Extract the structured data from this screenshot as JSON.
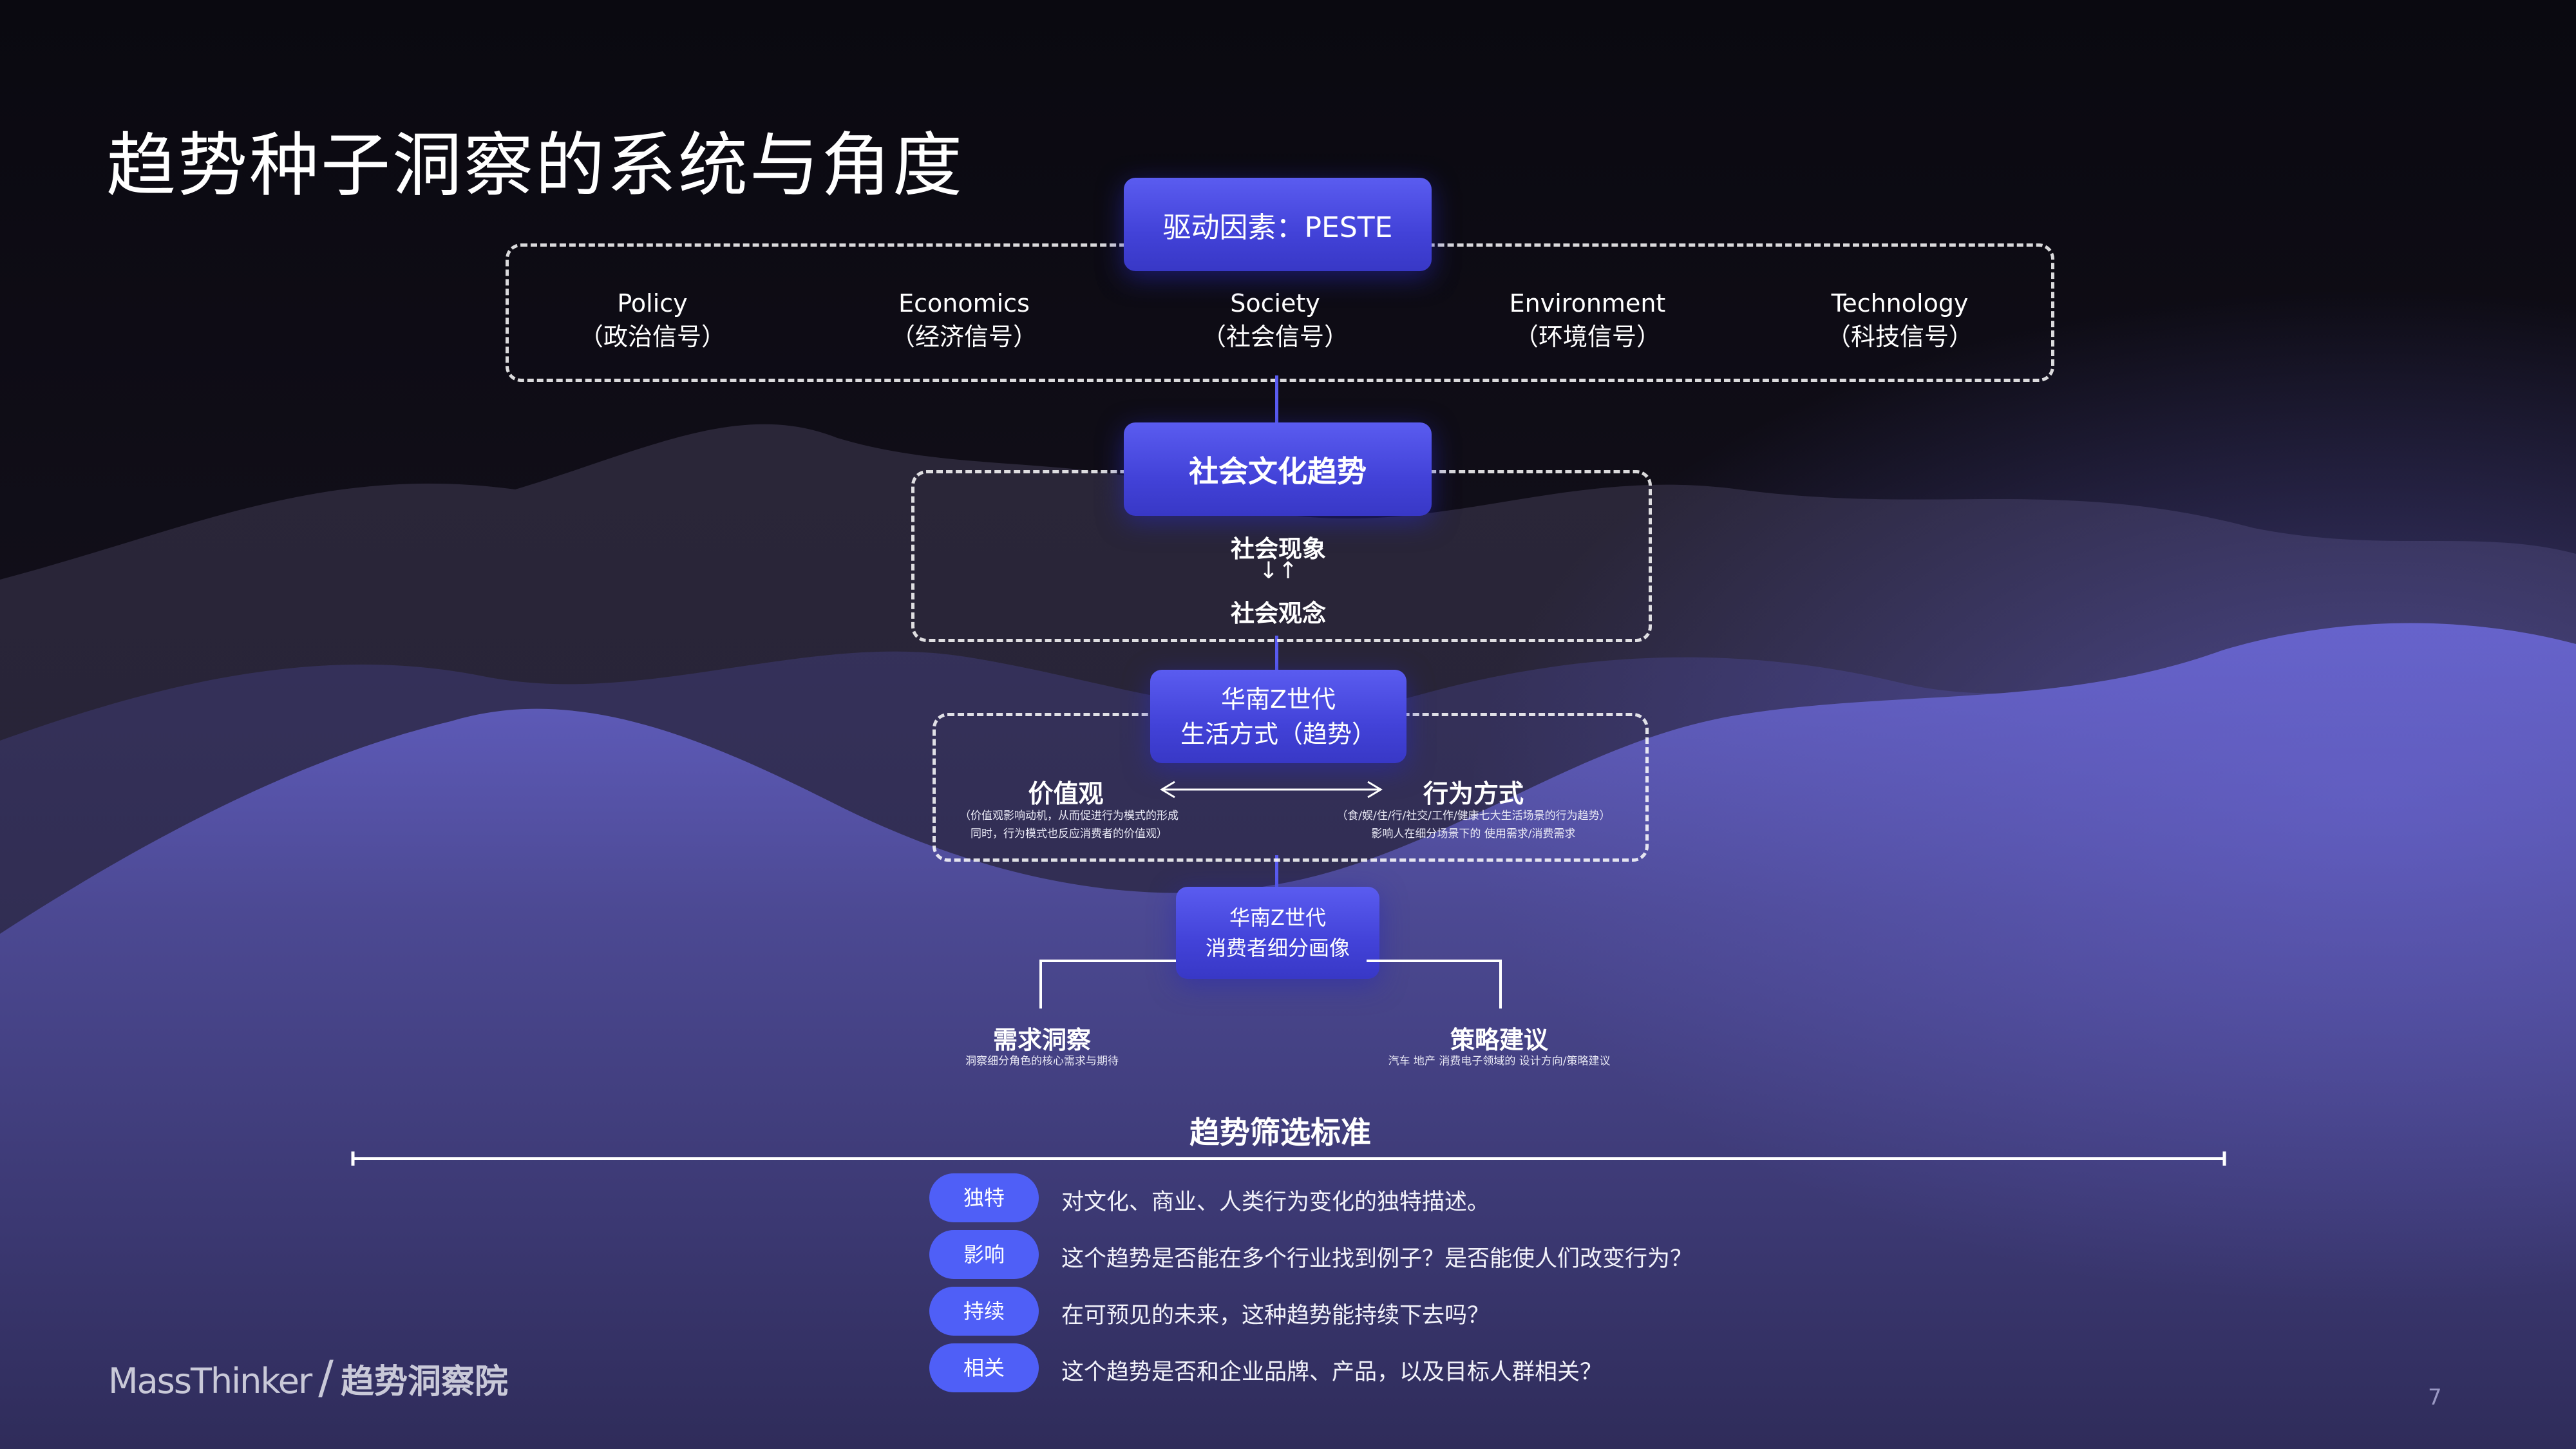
{
  "title": "趋势种子洞察的系统与角度",
  "peste": {
    "header": "驱动因素：PESTE",
    "items": [
      {
        "en": "Policy",
        "zh": "（政治信号）"
      },
      {
        "en": "Economics",
        "zh": "（经济信号）"
      },
      {
        "en": "Society",
        "zh": "（社会信号）"
      },
      {
        "en": "Environment",
        "zh": "（环境信号）"
      },
      {
        "en": "Technology",
        "zh": "（科技信号）"
      }
    ]
  },
  "social_trend": {
    "header": "社会文化趋势",
    "phenomenon": "社会现象",
    "arrows": "↓↑",
    "concept": "社会观念"
  },
  "lifestyle": {
    "header_line1": "华南Z世代",
    "header_line2": "生活方式（趋势）",
    "values_title": "价值观",
    "values_desc1": "（价值观影响动机，从而促进行为模式的形成",
    "values_desc2": "同时，行为模式也反应消费者的价值观）",
    "behavior_title": "行为方式",
    "behavior_desc1": "（食/娱/住/行/社交/工作/健康七大生活场景的行为趋势）",
    "behavior_desc2": "影响人在细分场景下的 使用需求/消费需求"
  },
  "portrait": {
    "header_line1": "华南Z世代",
    "header_line2": "消费者细分画像",
    "left_title": "需求洞察",
    "left_desc": "洞察细分角色的核心需求与期待",
    "right_title": "策略建议",
    "right_desc": "汽车 地产 消费电子领域的 设计方向/策略建议"
  },
  "criteria": {
    "title": "趋势筛选标准",
    "items": [
      {
        "tag": "独特",
        "text": "对文化、商业、人类行为变化的独特描述。"
      },
      {
        "tag": "影响",
        "text": "这个趋势是否能在多个行业找到例子？是否能使人们改变行为？"
      },
      {
        "tag": "持续",
        "text": "在可预见的未来，这种趋势能持续下去吗？"
      },
      {
        "tag": "相关",
        "text": "这个趋势是否和企业品牌、产品，以及目标人群相关？"
      }
    ]
  },
  "footer": {
    "brand_en": "MassThinker",
    "slash": "/",
    "brand_zh": "趋势洞察院",
    "page_number": "7"
  },
  "colors": {
    "accent": "#4f5ff7",
    "pill": "#4a4ce0",
    "background": "#0b0a12",
    "mountain": "#5b58b8"
  }
}
